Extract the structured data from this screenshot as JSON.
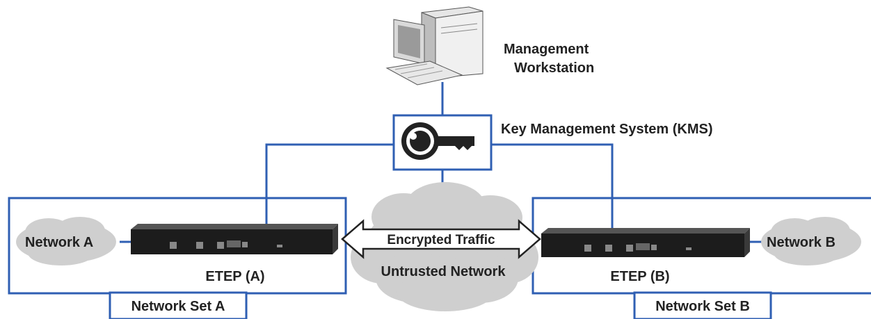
{
  "labels": {
    "workstation_line1": "Management",
    "workstation_line2": "Workstation",
    "kms": "Key Management System (KMS)",
    "network_a": "Network A",
    "network_b": "Network B",
    "encrypted_traffic": "Encrypted Traffic",
    "untrusted_network": "Untrusted Network",
    "etep_a": "ETEP (A)",
    "etep_b": "ETEP (B)",
    "network_set_a": "Network Set A",
    "network_set_b": "Network Set B"
  },
  "colors": {
    "line": "#2f5fb3",
    "cloud": "#cfcfcf",
    "device": "#1c1c1c",
    "text": "#222222"
  },
  "icons": [
    "computer-icon",
    "key-icon",
    "cloud-icon",
    "device-icon",
    "double-arrow-icon"
  ]
}
